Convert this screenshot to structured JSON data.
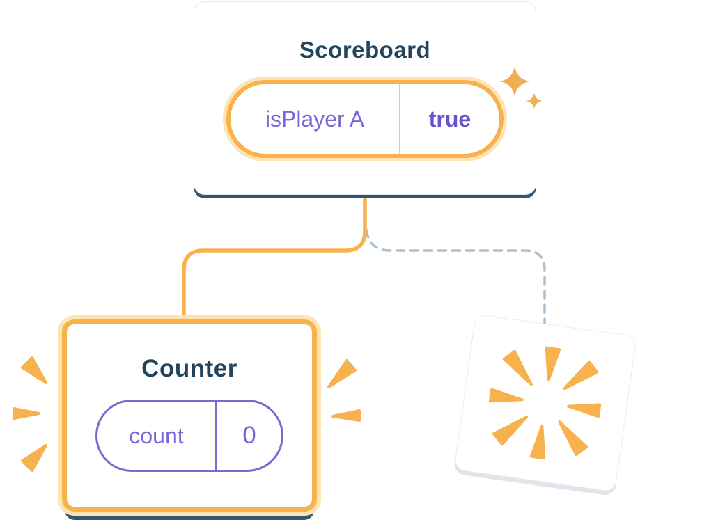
{
  "scoreboard": {
    "title": "Scoreboard",
    "state_key": "isPlayer A",
    "state_value": "true"
  },
  "counter": {
    "title": "Counter",
    "state_key": "count",
    "state_value": "0"
  },
  "icons": {
    "sparkle": "sparkle-icon",
    "poof": "poof-burst-icon",
    "emphasis": "emphasis-burst-icon"
  },
  "colors": {
    "title_text": "#23445d",
    "state_text": "#7568d8",
    "state_value_text": "#6553cc",
    "highlight_orange": "#f7b24e",
    "halo_orange": "#fde4b3",
    "purple_border": "#7a6bd0",
    "dashed_connector": "#a9c0d0",
    "card_bottom_shadow": "#33586e"
  }
}
